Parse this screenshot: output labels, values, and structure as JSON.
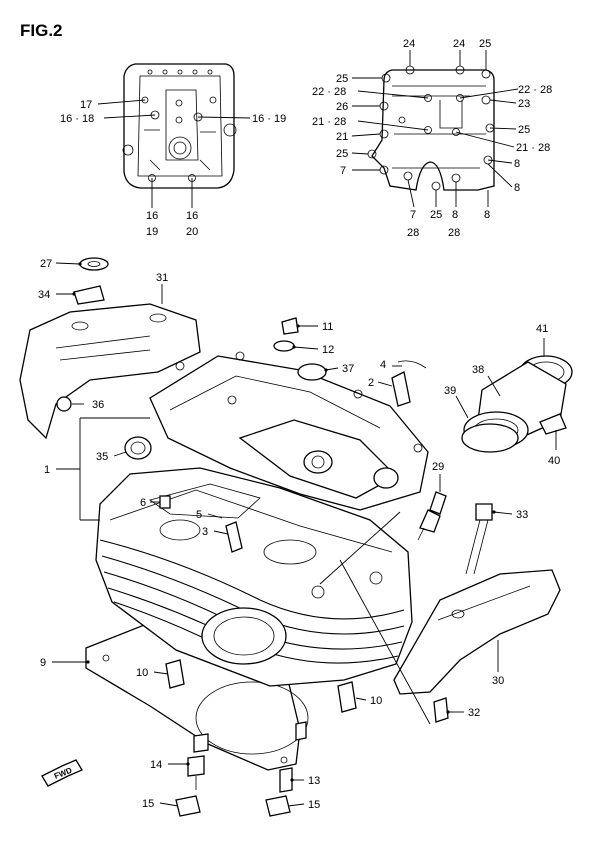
{
  "figure": {
    "title": "FIG.2",
    "fwd_text": "FWD"
  },
  "callouts": {
    "c1": "1",
    "c2": "2",
    "c3": "3",
    "c4": "4",
    "c5": "5",
    "c6": "6",
    "c9": "9",
    "c10a": "10",
    "c10b": "10",
    "c11": "11",
    "c12": "12",
    "c13": "13",
    "c14": "14",
    "c15a": "15",
    "c15b": "15",
    "c27": "27",
    "c29": "29",
    "c30": "30",
    "c31": "31",
    "c32": "32",
    "c33": "33",
    "c34": "34",
    "c35": "35",
    "c36": "36",
    "c37": "37",
    "c38": "38",
    "c39": "39",
    "c40": "40",
    "c41": "41"
  },
  "inset_left": {
    "c17": "17",
    "c16_18": "16 · 18",
    "c16_19": "16 · 19",
    "c16a": "16",
    "c19": "19",
    "c16b": "16",
    "c20": "20"
  },
  "inset_right": {
    "c24a": "24",
    "c24b": "24",
    "c25a": "25",
    "c25b": "25",
    "c22_28a": "22 · 28",
    "c22_28b": "22 · 28",
    "c26": "26",
    "c23": "23",
    "c21_28a": "21 · 28",
    "c25c": "25",
    "c21": "21",
    "c21_28b": "21 · 28",
    "c25d": "25",
    "c8a": "8",
    "c7a": "7",
    "c8b": "8",
    "c7b": "7",
    "c25e": "25",
    "c8c": "8",
    "c8d": "8",
    "c28a": "28",
    "c28b": "28"
  }
}
